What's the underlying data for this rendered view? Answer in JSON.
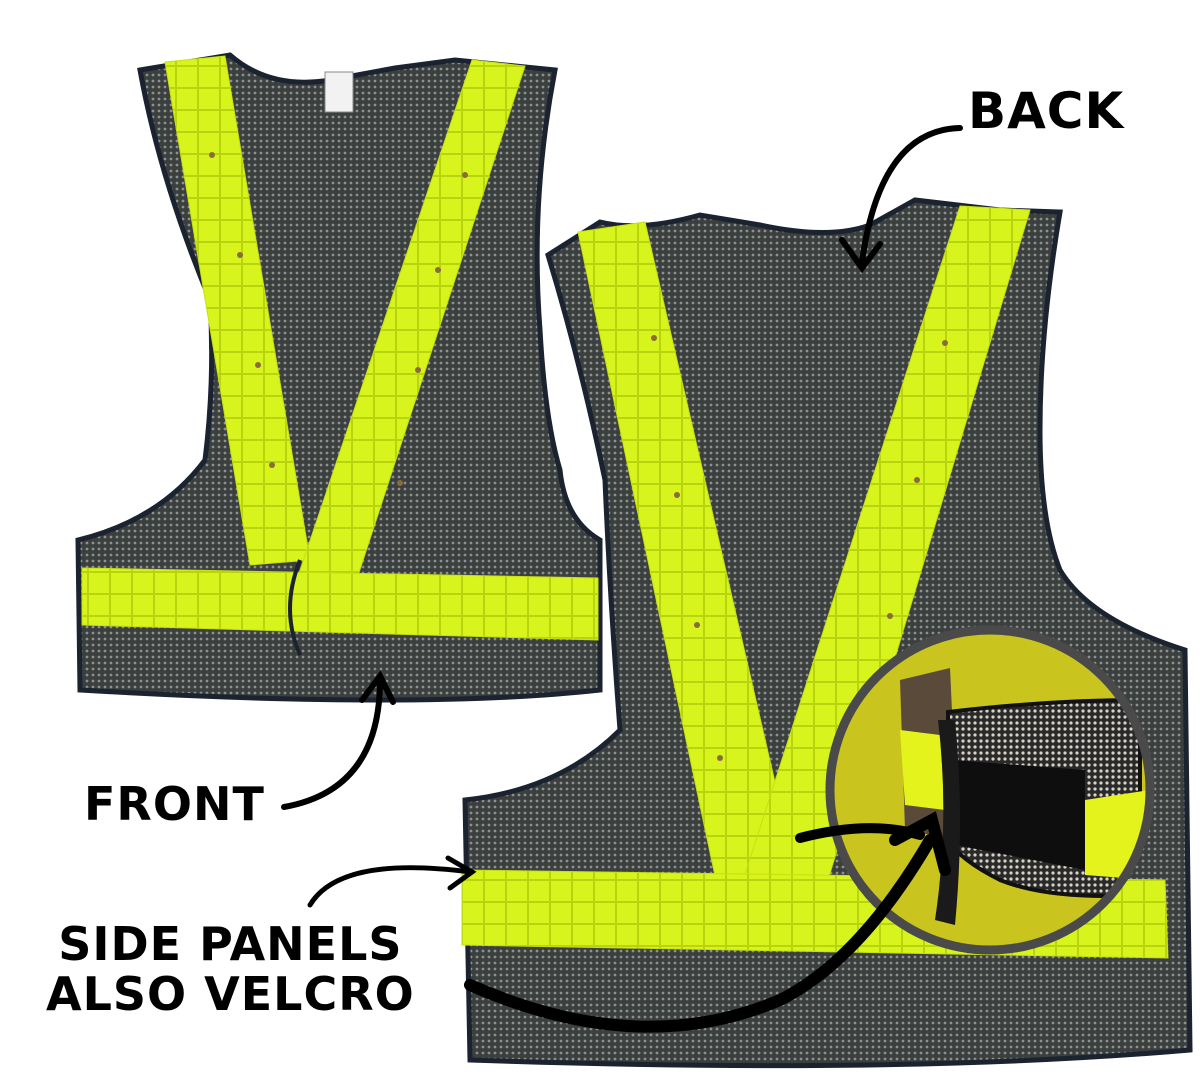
{
  "labels": {
    "back": "BACK",
    "front": "FRONT",
    "side_line1": "SIDE PANELS",
    "side_line2": "ALSO VELCRO"
  },
  "images": {
    "front_vest": "front-view-reflective-safety-vest",
    "back_vest": "back-view-reflective-safety-vest",
    "inset": "velcro-side-panel-closeup"
  },
  "colors": {
    "reflective_yellow": "#d9f51a",
    "mesh_dark": "#3a3f3f",
    "binding_navy": "#1b2230",
    "inset_bg": "#c9c41e",
    "inset_ring": "#4a4a4a",
    "label_text": "#000000"
  }
}
